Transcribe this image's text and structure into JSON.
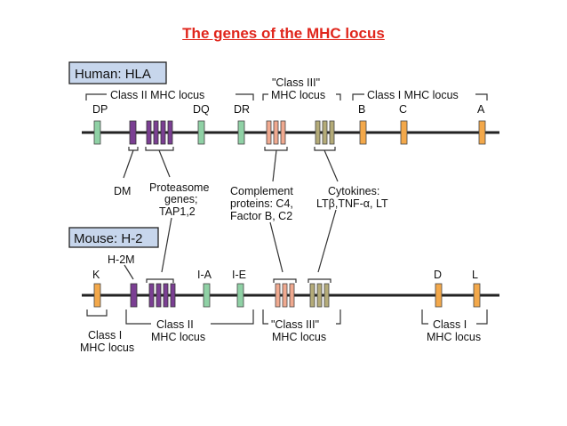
{
  "title": "The genes of the MHC locus",
  "colors": {
    "title": "#e0261c",
    "green": "#8fd1a5",
    "purple": "#7b3f93",
    "salmon": "#f0a98f",
    "olive": "#b4ab78",
    "orange": "#f3a84a",
    "label_box": "#c7d6ec"
  },
  "human": {
    "header": "Human: HLA",
    "region_class2": "Class II MHC locus",
    "region_class3_line1": "\"Class III\"",
    "region_class3_line2": "MHC locus",
    "region_class1": "Class I MHC locus",
    "genes": {
      "dp": "DP",
      "dq": "DQ",
      "dr": "DR",
      "b": "B",
      "c": "C",
      "a": "A"
    },
    "callouts": {
      "dm": "DM",
      "proteasome_1": "Proteasome",
      "proteasome_2": "genes;",
      "proteasome_3": "TAP1,2",
      "complement_1": "Complement",
      "complement_2": "proteins: C4,",
      "complement_3": "Factor B, C2",
      "cytokines_1": "Cytokines:",
      "cytokines_2": "LTβ,TNF-α, LT"
    }
  },
  "mouse": {
    "header": "Mouse: H-2",
    "genes": {
      "k": "K",
      "h2m": "H-2M",
      "ia": "I-A",
      "ie": "I-E",
      "d": "D",
      "l": "L"
    },
    "region_class1_left_1": "Class I",
    "region_class1_left_2": "MHC locus",
    "region_class2_1": "Class II",
    "region_class2_2": "MHC locus",
    "region_class3_1": "\"Class III\"",
    "region_class3_2": "MHC locus",
    "region_class1_right_1": "Class I",
    "region_class1_right_2": "MHC locus"
  }
}
